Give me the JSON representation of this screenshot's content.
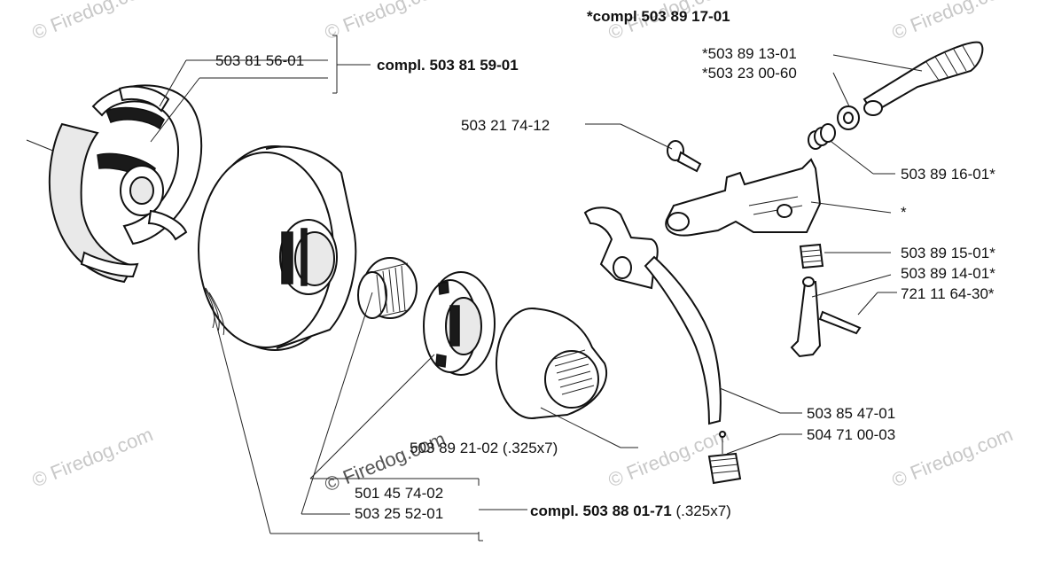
{
  "header": {
    "compl_top": "*compl  503 89 17-01"
  },
  "clutch_group": {
    "part": "503 81 56-01",
    "compl": "compl. 503 81 59-01"
  },
  "oil_pump": {
    "p1": "*503 89 13-01",
    "p2": "*503 23 00-60",
    "screw": "503 21 74-12",
    "p3": "503 89 16-01*",
    "star": "*",
    "p4": "503 89 15-01*",
    "p5": "503 89 14-01*",
    "p6": "721 11 64-30*",
    "hose": "503 85 47-01",
    "filter": "504 71 00-03"
  },
  "drum_group": {
    "rim": "503 89 21-02 (.325x7)",
    "p1": "501 45 74-02",
    "p2": "503 25 52-01",
    "compl": "compl. 503 88 01-71",
    "compl_suffix": " (.325x7)"
  },
  "watermark": {
    "text": "© Firedog.com",
    "center_text": "© Firedog.com"
  }
}
